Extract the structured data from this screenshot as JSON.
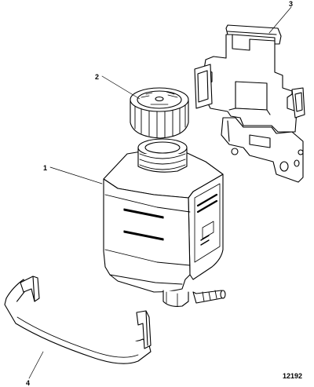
{
  "callouts": {
    "reservoir": "1",
    "cap": "2",
    "bracket": "3",
    "strap": "4"
  },
  "figure_id": "12192",
  "colors": {
    "stroke": "#000000",
    "fill": "#ffffff"
  }
}
